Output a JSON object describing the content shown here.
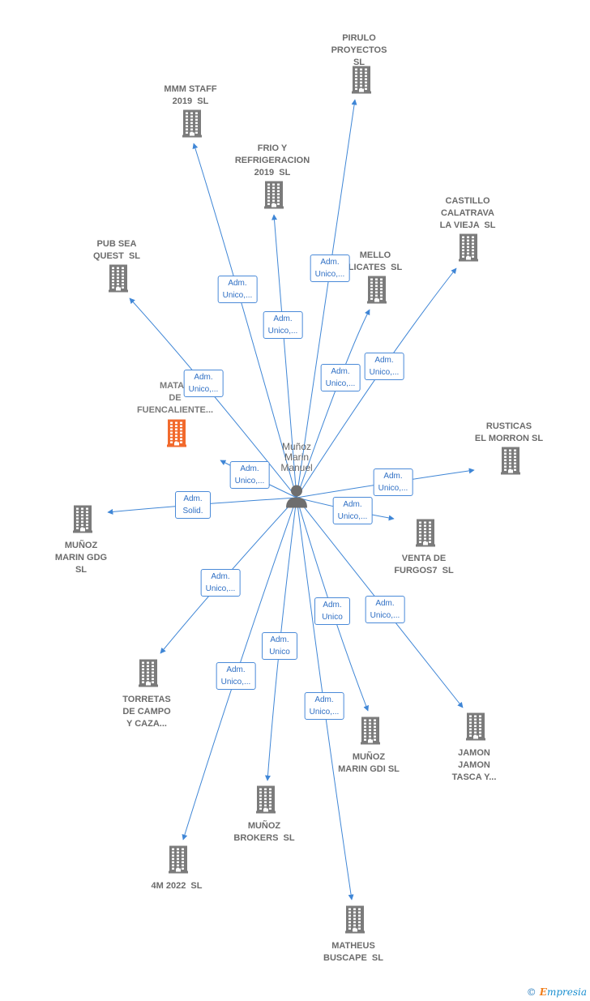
{
  "center": {
    "label": "Muñoz\nMarin\nManuel"
  },
  "nodes": [
    {
      "id": "pirulo",
      "label": "PIRULO\nPROYECTOS\nSL",
      "color": "gray"
    },
    {
      "id": "mmm",
      "label": "MMM STAFF\n2019  SL",
      "color": "gray"
    },
    {
      "id": "frio",
      "label": "FRIO Y\nREFRIGERACION\n2019  SL",
      "color": "gray"
    },
    {
      "id": "castillo",
      "label": "CASTILLO\nCALATRAVA\nLA VIEJA  SL",
      "color": "gray"
    },
    {
      "id": "pubsea",
      "label": "PUB SEA\nQUEST  SL",
      "color": "gray"
    },
    {
      "id": "mello",
      "label": "MELLO\nLICATES  SL",
      "color": "gray"
    },
    {
      "id": "matad",
      "label": "MATAD\nDE\nFUENCALIENTE...",
      "color": "orange"
    },
    {
      "id": "rusticas",
      "label": "RUSTICAS\nEL MORRON SL",
      "color": "gray"
    },
    {
      "id": "gdg",
      "label": "MUÑOZ\nMARIN GDG\nSL",
      "color": "gray"
    },
    {
      "id": "furgos",
      "label": "VENTA DE\nFURGOS7  SL",
      "color": "gray"
    },
    {
      "id": "torretas",
      "label": "TORRETAS\nDE CAMPO\nY CAZA...",
      "color": "gray"
    },
    {
      "id": "jamon",
      "label": "JAMON\nJAMON\nTASCA Y...",
      "color": "gray"
    },
    {
      "id": "gdi",
      "label": "MUÑOZ\nMARIN GDI SL",
      "color": "gray"
    },
    {
      "id": "brokers",
      "label": "MUÑOZ\nBROKERS  SL",
      "color": "gray"
    },
    {
      "id": "4m",
      "label": "4M 2022  SL",
      "color": "gray"
    },
    {
      "id": "matheus",
      "label": "MATHEUS\nBUSCAPE  SL",
      "color": "gray"
    }
  ],
  "edges": [
    {
      "to": "pirulo",
      "label": "Adm.\nUnico,..."
    },
    {
      "to": "mmm",
      "label": "Adm.\nUnico,..."
    },
    {
      "to": "frio",
      "label": "Adm.\nUnico,..."
    },
    {
      "to": "castillo",
      "label": "Adm.\nUnico,..."
    },
    {
      "to": "pubsea",
      "label": "Adm.\nUnico,..."
    },
    {
      "to": "mello",
      "label": "Adm.\nUnico,..."
    },
    {
      "to": "matad",
      "label": "Adm.\nUnico,..."
    },
    {
      "to": "rusticas",
      "label": "Adm.\nUnico,..."
    },
    {
      "to": "gdg",
      "label": "Adm.\nSolid."
    },
    {
      "to": "furgos",
      "label": "Adm.\nUnico,..."
    },
    {
      "to": "torretas",
      "label": "Adm.\nUnico,..."
    },
    {
      "to": "jamon",
      "label": "Adm.\nUnico,..."
    },
    {
      "to": "gdi",
      "label": "Adm.\nUnico"
    },
    {
      "to": "brokers",
      "label": "Adm.\nUnico"
    },
    {
      "to": "4m",
      "label": "Adm.\nUnico,..."
    },
    {
      "to": "matheus",
      "label": "Adm.\nUnico,..."
    }
  ],
  "colors": {
    "edge": "#3f86d6",
    "building_gray": "#7b7b7b",
    "building_orange": "#f26a2d",
    "person": "#6e6e6e"
  },
  "footer": {
    "copyright": "©",
    "brand_first": "E",
    "brand_rest": "mpresia"
  }
}
